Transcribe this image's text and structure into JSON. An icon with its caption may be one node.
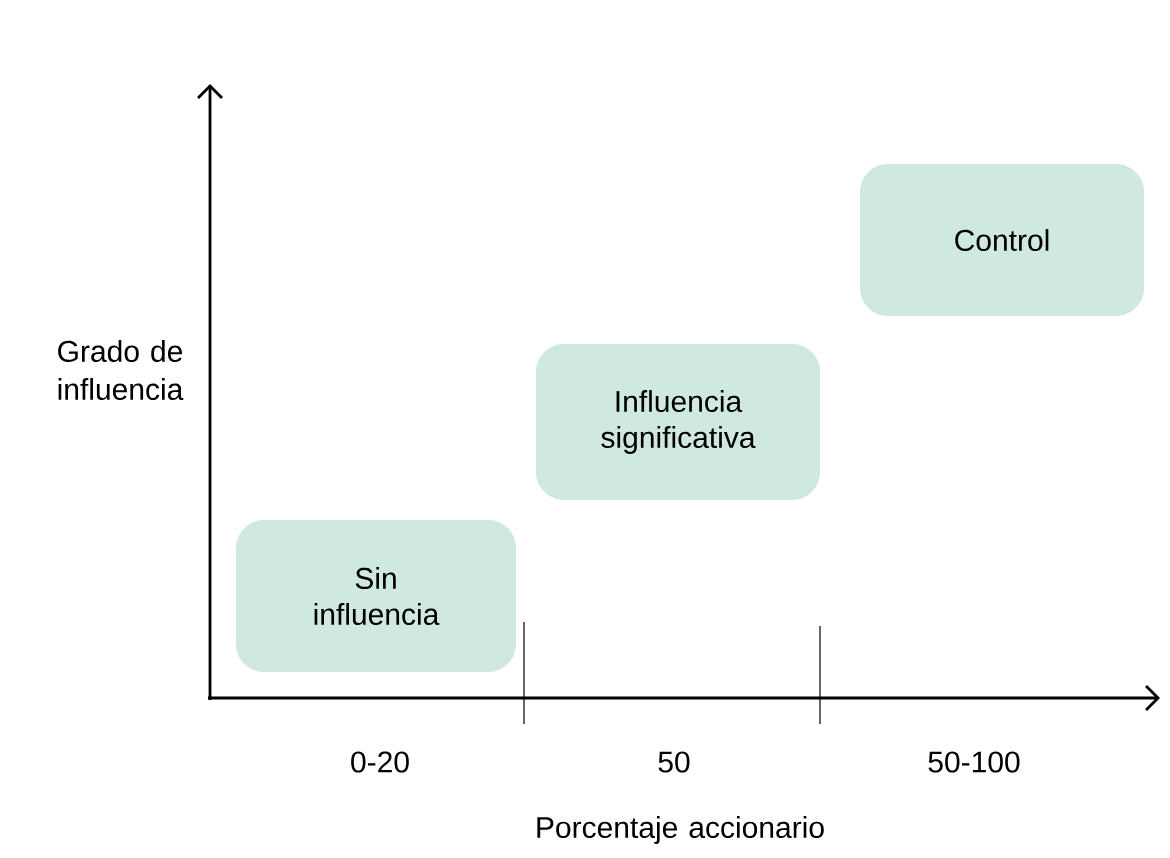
{
  "diagram": {
    "nodes": [
      {
        "text": [
          "Sin influencia"
        ]
      },
      {
        "text": [
          "Influencia significativa"
        ]
      },
      {
        "text": [
          "Control"
        ]
      }
    ],
    "labels": [
      "Grado de influencia",
      "0-20",
      "50",
      "50-100",
      "Porcentaje accionario"
    ]
  }
}
